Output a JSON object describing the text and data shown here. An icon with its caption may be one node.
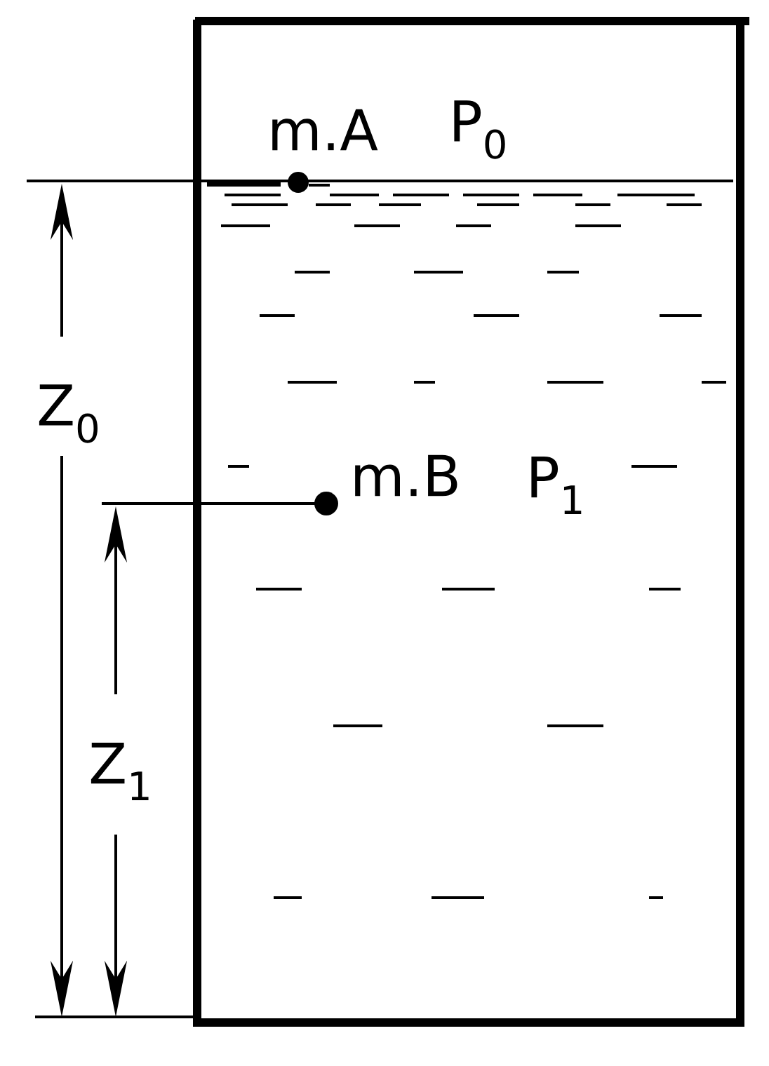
{
  "diagram": {
    "labels": [
      "m.A",
      "P$_{0}$",
      "Z$_{0}$",
      "m.B",
      "P$_{1}$",
      "Z$_{1}$"
    ]
  }
}
